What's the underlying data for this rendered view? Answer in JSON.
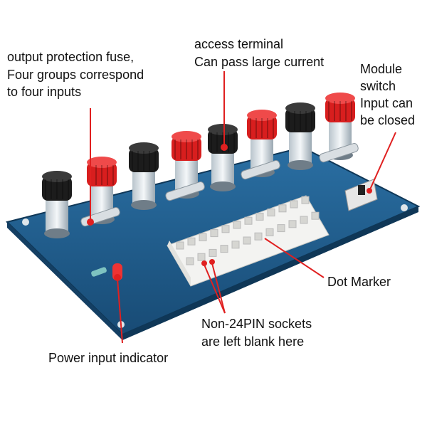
{
  "annotations": {
    "fuse": [
      "output protection fuse,",
      "Four groups correspond",
      "to four inputs"
    ],
    "terminal": [
      "access terminal",
      "Can pass large current"
    ],
    "switch": [
      "Module",
      "switch",
      "Input can",
      "be closed"
    ],
    "dot_marker": "Dot Marker",
    "sockets": [
      "Non-24PIN sockets",
      "are left blank here"
    ],
    "indicator": "Power input indicator"
  },
  "colors": {
    "board": "#1f5d8c",
    "red_post": "#d81e1e",
    "black_post": "#1c1c1c",
    "leader_line": "#e02020"
  },
  "terminals": [
    "black",
    "red",
    "black",
    "red",
    "black",
    "red",
    "black",
    "red"
  ]
}
